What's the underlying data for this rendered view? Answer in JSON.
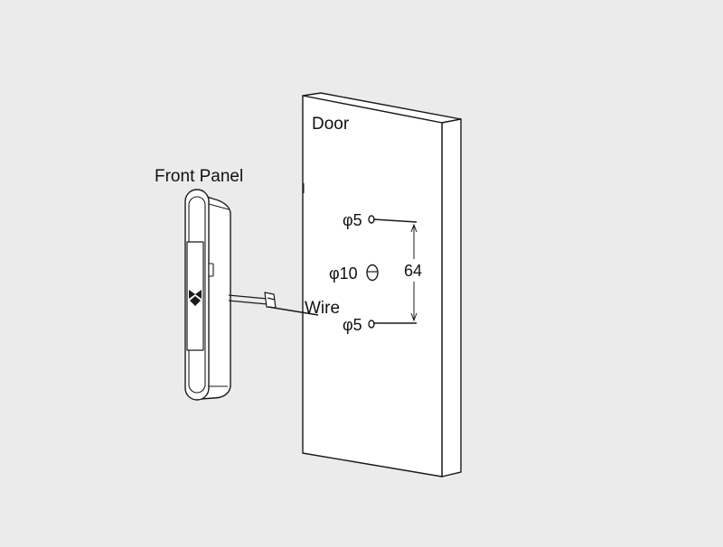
{
  "labels": {
    "door": "Door",
    "front_panel": "Front Panel",
    "wire": "Wire",
    "hole_top": "φ5",
    "hole_middle": "φ10",
    "hole_bottom": "φ5",
    "spacing": "64"
  },
  "colors": {
    "background": "#ebebeb",
    "line": "#1a1a1a",
    "fill": "#ffffff"
  }
}
